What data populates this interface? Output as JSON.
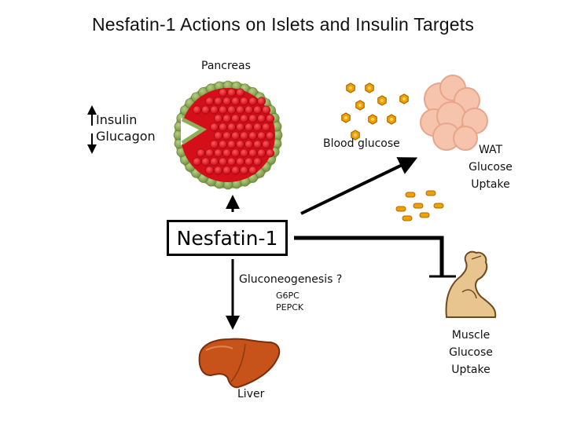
{
  "title": "Nesfatin-1 Actions on Islets and Insulin Targets",
  "labels": {
    "pancreas": "Pancreas",
    "insulin": "Insulin",
    "glucagon": "Glucagon",
    "blood_glucose": "Blood glucose",
    "wat_line1": "WAT",
    "wat_line2": "Glucose",
    "wat_line3": "Uptake",
    "nesfatin": "Nesfatin-1",
    "gluconeogenesis": "Gluconeogenesis ?",
    "g6pc": "G6PC",
    "pepck": "PEPCK",
    "muscle_line1": "Muscle",
    "muscle_line2": "Glucose",
    "muscle_line3": "Uptake",
    "liver": "Liver"
  },
  "colors": {
    "islet_red": "#e0141e",
    "islet_border_green": "#8fae5a",
    "glucose_orange": "#f0a000",
    "fat_cell": "#f6c4ad",
    "liver": "#c8531a",
    "muscle": "#e8c48e"
  }
}
